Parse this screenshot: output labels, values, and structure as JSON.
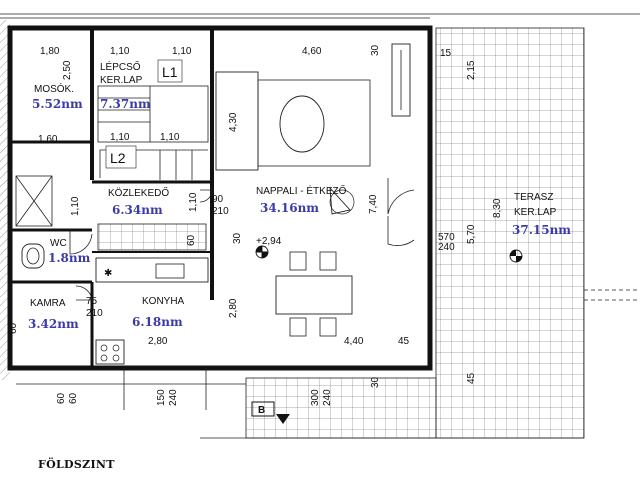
{
  "title": "FÖLDSZINT",
  "rooms": [
    {
      "id": "mosok",
      "name": "MOSÓK.",
      "area": "5.52nm"
    },
    {
      "id": "lepcso",
      "name": "LÉPCSŐ",
      "name2": "KER.LAP",
      "area": "7.37nm"
    },
    {
      "id": "kozlekedo",
      "name": "KÖZLEKEDŐ",
      "area": "6.34nm"
    },
    {
      "id": "nappali",
      "name": "NAPPALI - ÉTKEZŐ",
      "area": "34.16nm"
    },
    {
      "id": "wc",
      "name": "WC",
      "area": "1.8nm"
    },
    {
      "id": "kamra",
      "name": "KAMRA",
      "area": "3.42nm"
    },
    {
      "id": "konyha",
      "name": "KONYHA",
      "area": "6.18nm"
    },
    {
      "id": "terasz",
      "name": "TERASZ",
      "name2": "KER.LAP",
      "area": "37.15nm"
    }
  ],
  "level_marks": [
    "L1",
    "L2"
  ],
  "elevation": "+2,94",
  "section_mark": "B",
  "dimensions": {
    "d180": "1,80",
    "d250": "2,50",
    "d110a": "1,10",
    "d110b": "1,10",
    "d460": "4,60",
    "d30a": "30",
    "d15": "15",
    "d215": "2,15",
    "d430": "4,30",
    "d160": "1,60",
    "d110c": "1,10",
    "d110d": "1,10",
    "d110e": "1,10",
    "d90": "90",
    "d210a": "210",
    "d110f": "1,10",
    "d740": "7,40",
    "d830": "8,30",
    "d570a": "570",
    "d240a": "240",
    "d570b": "5,70",
    "d60a": "60",
    "d75": "75",
    "d210b": "210",
    "d280": "2,80",
    "d440": "4,40",
    "d45a": "45",
    "d280b": "2,80",
    "d45b": "45",
    "d60b": "60",
    "d60c": "60",
    "d150a": "150",
    "d240b": "240",
    "d300": "300",
    "d240c": "240",
    "d30b": "30",
    "d30c": "30",
    "d60d": "60"
  }
}
